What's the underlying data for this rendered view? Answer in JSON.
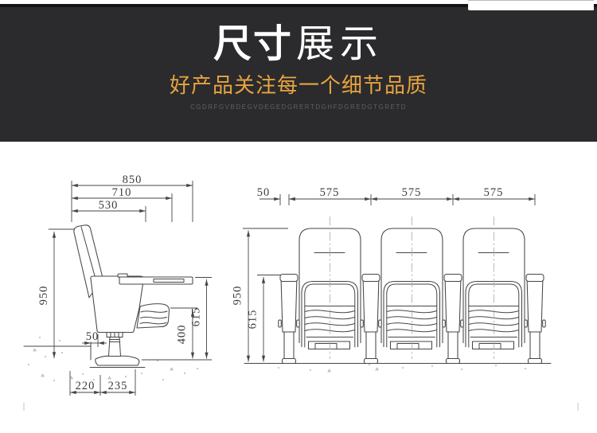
{
  "header": {
    "title_bold": "尺寸",
    "title_light": "展示",
    "subtitle": "好产品关注每一个细节品质",
    "tagline": "CGDRFGVBDEGVDEGEDGRERTDGHFDGREDGTGRETD",
    "colors": {
      "background": "#2b2b2d",
      "accent": "#e8a43e",
      "title": "#ffffff",
      "tagline": "#606064"
    }
  },
  "drawing": {
    "line_color": "#46464a",
    "units": "mm",
    "side_view": {
      "top_widths": [
        "850",
        "710",
        "530"
      ],
      "height_overall": "950",
      "height_seat_top": "615",
      "height_seat": "400",
      "offset_small": "50",
      "base_depths": [
        "220",
        "235"
      ]
    },
    "front_view": {
      "armrest_width": "50",
      "seat_pitches": [
        "575",
        "575",
        "575"
      ],
      "height_overall": "950",
      "height_armrest": "615"
    }
  }
}
